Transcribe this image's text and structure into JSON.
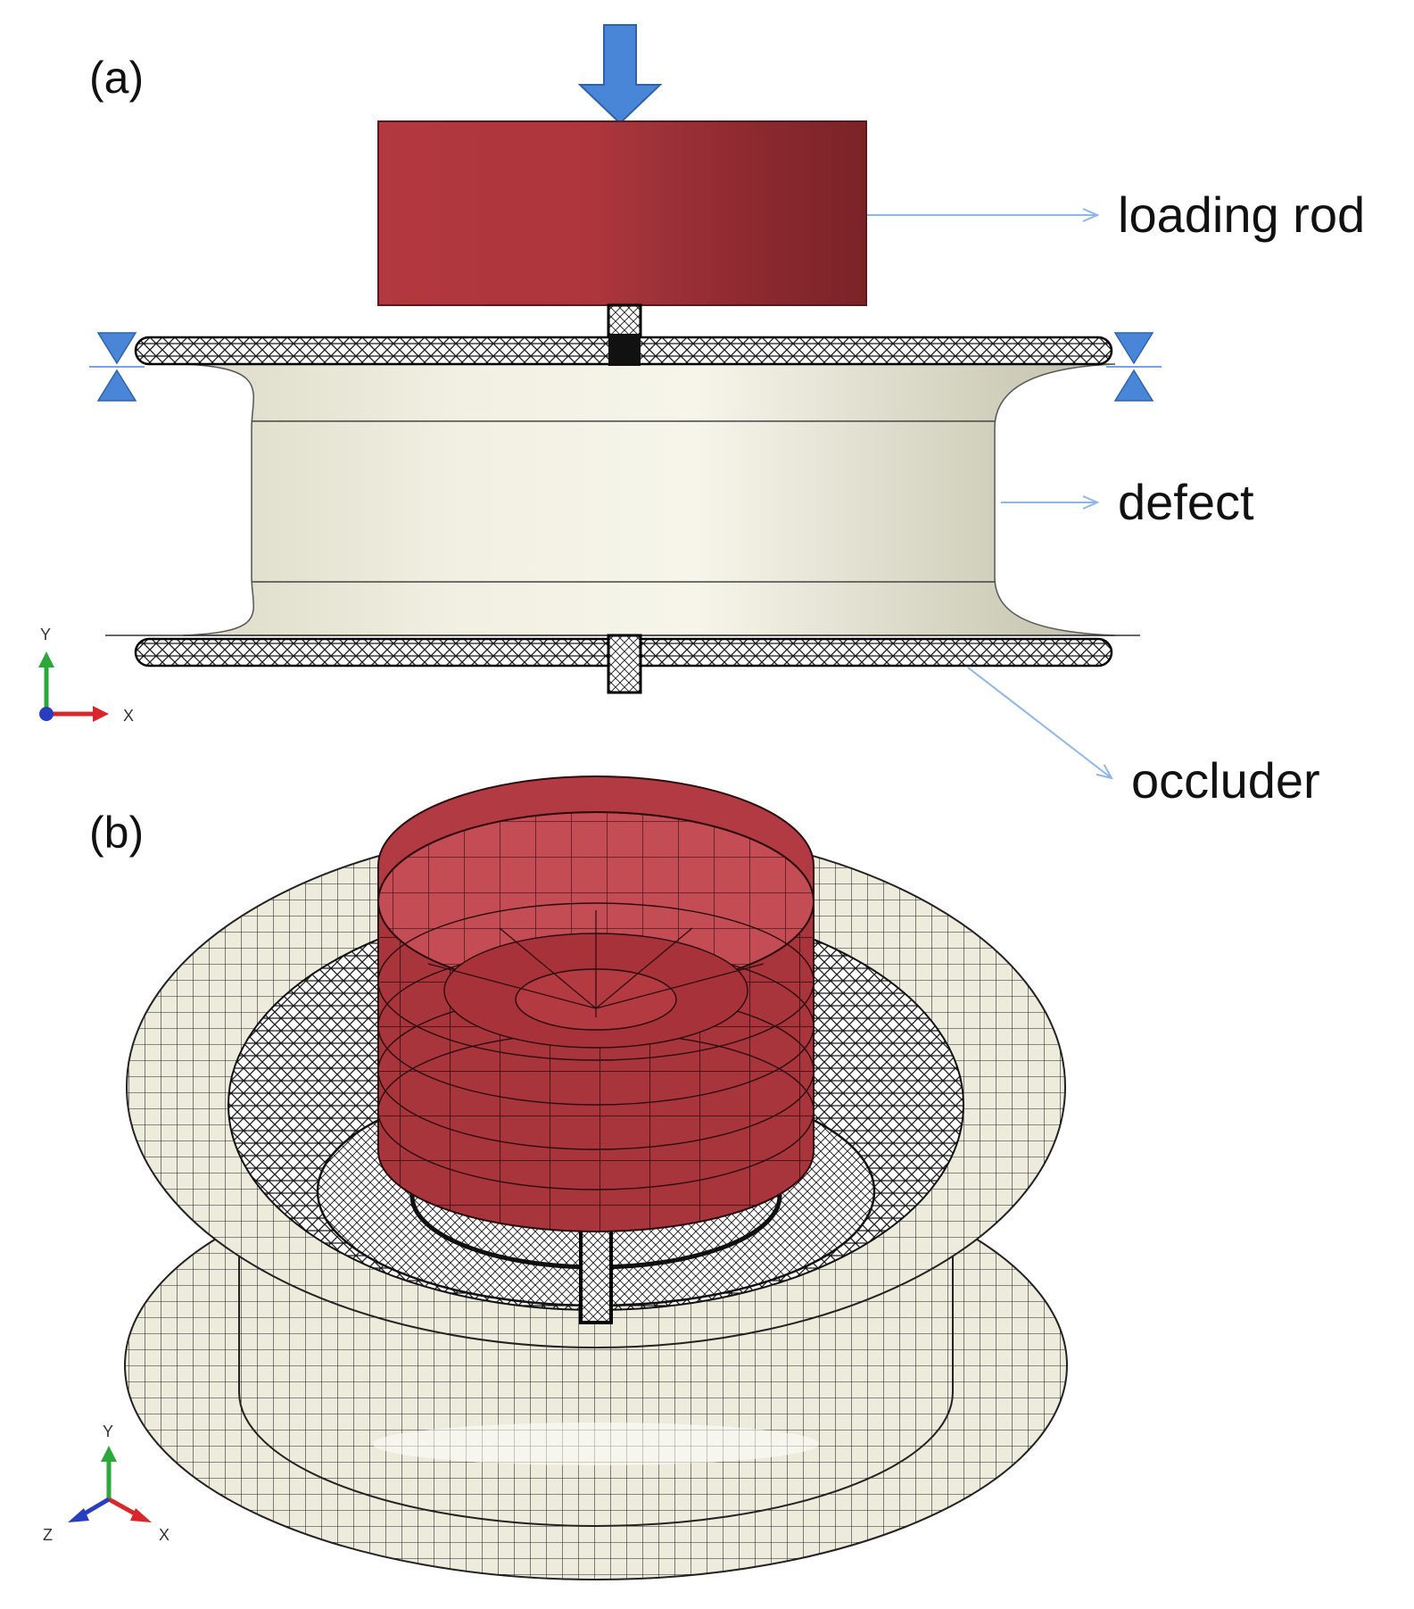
{
  "panels": {
    "a": {
      "label": "(a)"
    },
    "b": {
      "label": "(b)"
    }
  },
  "callouts": {
    "loading_rod": "loading rod",
    "defect": "defect",
    "occluder": "occluder"
  },
  "triad_a": {
    "y": "Y",
    "x": "X"
  },
  "triad_b": {
    "y": "Y",
    "x": "X",
    "z": "Z"
  },
  "colors": {
    "rod": "#a8343c",
    "defect": "#ecebdc",
    "mesh": "#1a1a1a",
    "arrow": "#4a86d8",
    "callout_line": "#8fb6e6",
    "axis_x": "#d9262a",
    "axis_y": "#2aa83a",
    "axis_z": "#2a3dbf"
  },
  "icons": [
    "load-arrow-icon",
    "boundary-condition-icon",
    "axis-triad-icon"
  ]
}
